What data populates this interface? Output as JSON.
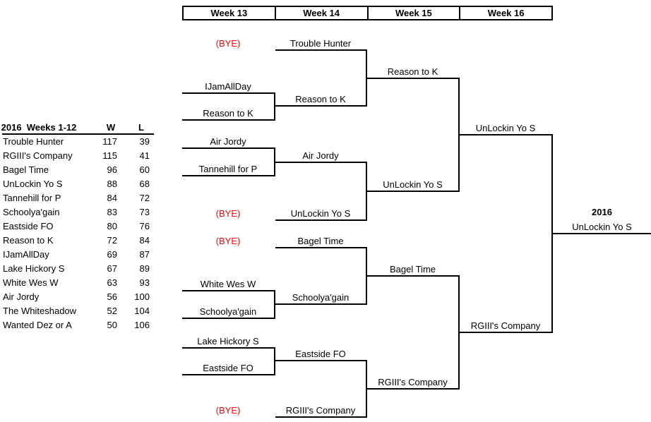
{
  "standings": {
    "title": "2016  Weeks 1-12",
    "col_w": "W",
    "col_l": "L",
    "rows": [
      {
        "name": "Trouble Hunter",
        "w": "117",
        "l": "39"
      },
      {
        "name": "RGIII's Company",
        "w": "115",
        "l": "41"
      },
      {
        "name": "Bagel Time",
        "w": "96",
        "l": "60"
      },
      {
        "name": "UnLockin Yo S",
        "w": "88",
        "l": "68"
      },
      {
        "name": "Tannehill for P",
        "w": "84",
        "l": "72"
      },
      {
        "name": "Schoolya'gain",
        "w": "83",
        "l": "73"
      },
      {
        "name": "Eastside FO",
        "w": "80",
        "l": "76"
      },
      {
        "name": "Reason to K",
        "w": "72",
        "l": "84"
      },
      {
        "name": "IJamAllDay",
        "w": "69",
        "l": "87"
      },
      {
        "name": "Lake Hickory S",
        "w": "67",
        "l": "89"
      },
      {
        "name": "White Wes W",
        "w": "63",
        "l": "93"
      },
      {
        "name": "Air Jordy",
        "w": "56",
        "l": "100"
      },
      {
        "name": "The Whiteshadow",
        "w": "52",
        "l": "104"
      },
      {
        "name": "Wanted Dez or A",
        "w": "50",
        "l": "106"
      }
    ]
  },
  "bracket": {
    "week_headers": [
      "Week 13",
      "Week 14",
      "Week 15",
      "Week 16"
    ],
    "bye_label": "(BYE)",
    "bye_color": "#ff0000",
    "week13": [
      "IJamAllDay",
      "Reason to K",
      "Air Jordy",
      "Tannehill for P",
      "White Wes W",
      "Schoolya'gain",
      "Lake Hickory S",
      "Eastside FO"
    ],
    "week14": [
      "Trouble Hunter",
      "Reason to K",
      "Air Jordy",
      "UnLockin Yo S",
      "Bagel Time",
      "Schoolya'gain",
      "Eastside FO",
      "RGIII's Company"
    ],
    "week15": [
      "Reason to K",
      "UnLockin Yo S",
      "Bagel Time",
      "RGIII's Company"
    ],
    "week16": [
      "UnLockin Yo S",
      "RGIII's Company"
    ],
    "champion": {
      "year": "2016",
      "name": "UnLockin Yo S"
    }
  }
}
